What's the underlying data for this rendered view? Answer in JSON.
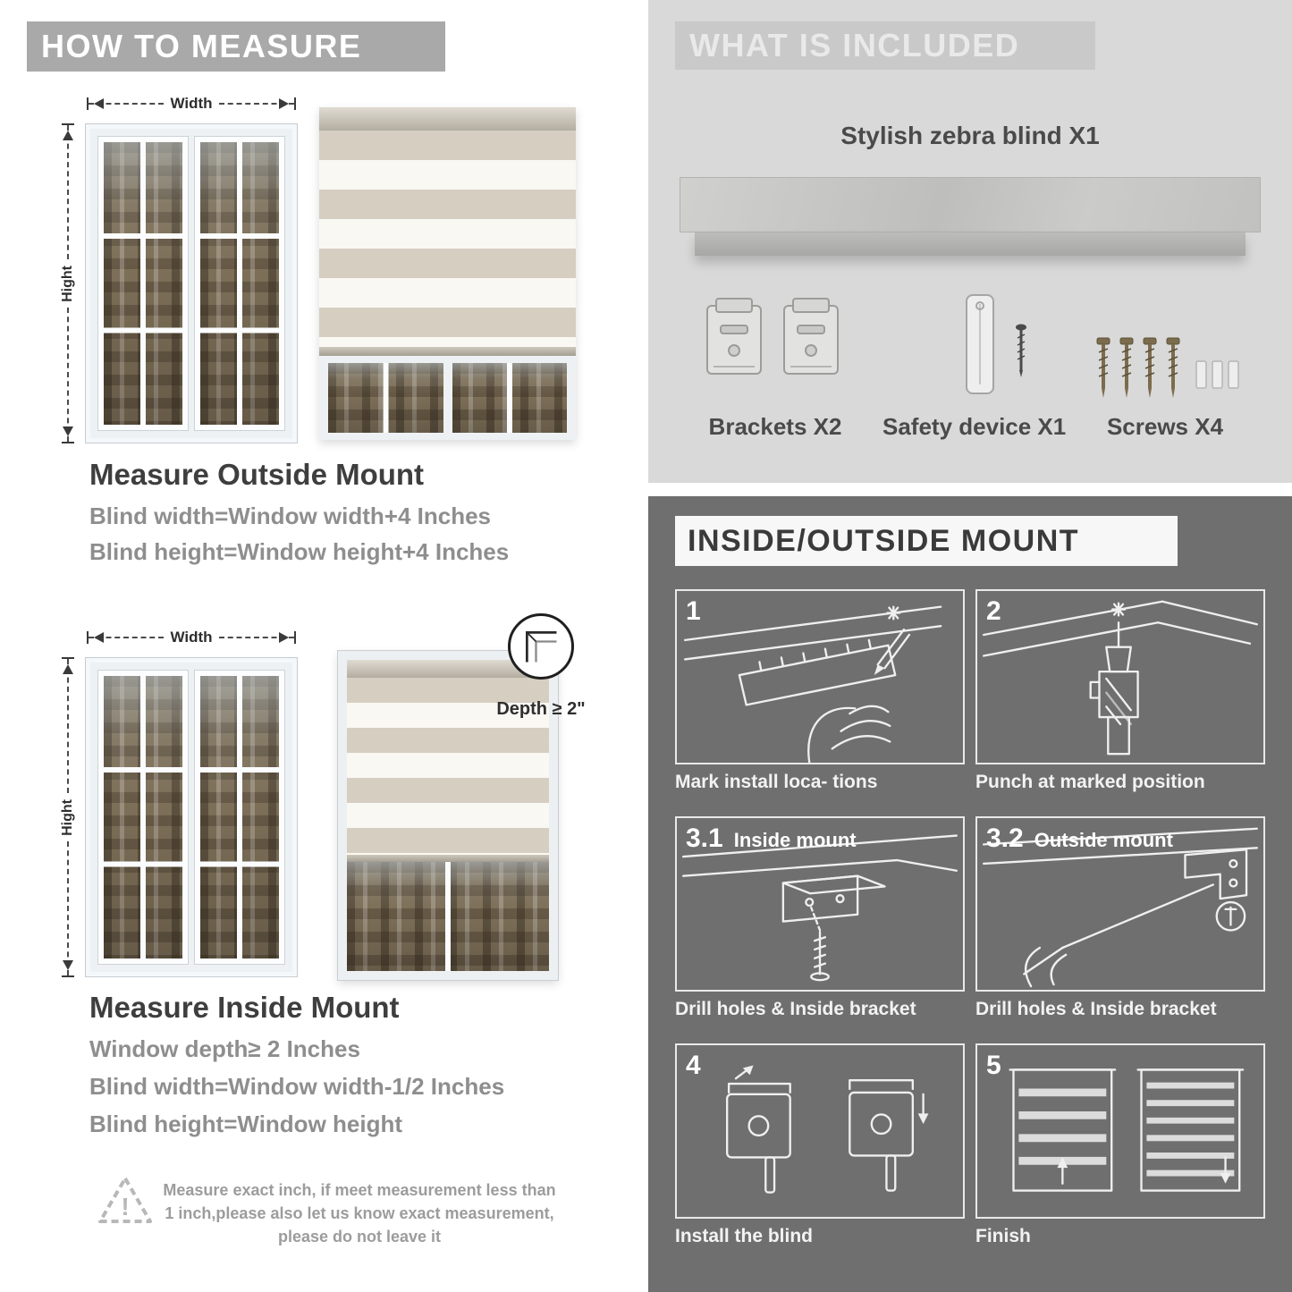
{
  "colors": {
    "banner_gray": "#a9a9a9",
    "light_panel": "#d9d9d9",
    "dark_panel": "#6f6f6f",
    "heading_dark": "#3e3e3e",
    "body_gray": "#8e8e8e"
  },
  "left": {
    "banner": "HOW TO MEASURE",
    "labels": {
      "width": "Width",
      "height": "Hight"
    },
    "outside": {
      "heading": "Measure Outside Mount",
      "lines": [
        "Blind width=Window width+4 Inches",
        "Blind height=Window height+4 Inches"
      ]
    },
    "inside": {
      "heading": "Measure Inside Mount",
      "depth_note": "Depth ≥ 2\"",
      "lines": [
        "Window depth≥ 2 Inches",
        "Blind width=Window width-1/2 Inches",
        "Blind height=Window height"
      ]
    },
    "warning_mark": "!",
    "warning": "Measure exact inch, if meet measurement less than 1 inch,please also let us know exact measurement, please do not leave it"
  },
  "right": {
    "included": {
      "banner": "WHAT IS INCLUDED",
      "product": "Stylish zebra blind X1",
      "items": [
        {
          "label": "Brackets X2"
        },
        {
          "label": "Safety device X1"
        },
        {
          "label": "Screws X4"
        }
      ]
    },
    "mount": {
      "banner": "INSIDE/OUTSIDE MOUNT",
      "steps": [
        {
          "num": "1",
          "title": "",
          "caption": "Mark install loca- tions"
        },
        {
          "num": "2",
          "title": "",
          "caption": "Punch at marked position"
        },
        {
          "num": "3.1",
          "title": "Inside mount",
          "caption": "Drill holes & Inside bracket"
        },
        {
          "num": "3.2",
          "title": "Outside mount",
          "caption": "Drill holes & Inside bracket"
        },
        {
          "num": "4",
          "title": "",
          "caption": "Install the blind"
        },
        {
          "num": "5",
          "title": "",
          "caption": "Finish"
        }
      ]
    }
  }
}
